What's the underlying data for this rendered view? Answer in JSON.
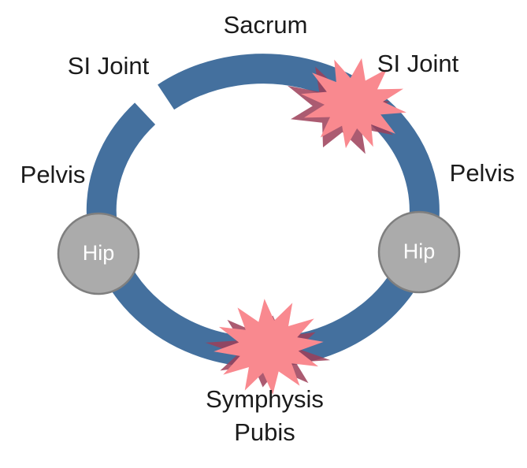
{
  "diagram": {
    "labels": {
      "sacrum": "Sacrum",
      "si_joint_left": "SI Joint",
      "si_joint_right": "SI Joint",
      "pelvis_left": "Pelvis",
      "pelvis_right": "Pelvis",
      "hip_left": "Hip",
      "hip_right": "Hip",
      "symphysis_line1": "Symphysis",
      "symphysis_line2": "Pubis"
    },
    "icons": {
      "injury_burst": "starburst-explosion",
      "ring_gap": "left-si-joint-gap"
    },
    "colors": {
      "background": "#FFFFFF",
      "ring_blue": "#44709E",
      "burst_pink": "#F9898F",
      "burst_maroon": "#9C3E58",
      "hip_gray": "#ABABAB",
      "hip_border": "#7F7F7F",
      "label_text": "#1B1B1B",
      "hip_text": "#FFFFFF"
    }
  }
}
